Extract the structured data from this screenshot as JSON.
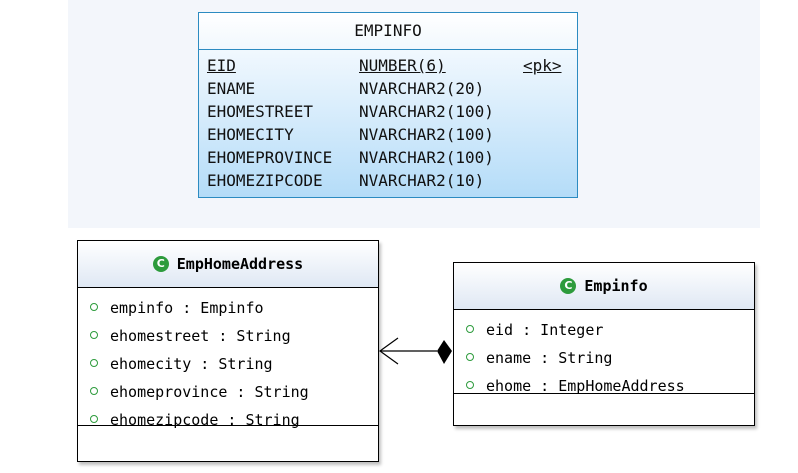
{
  "table": {
    "name": "EMPINFO",
    "columns": [
      {
        "name": "EID",
        "type": "NUMBER(6)",
        "key": "<pk>"
      },
      {
        "name": "ENAME",
        "type": "NVARCHAR2(20)",
        "key": ""
      },
      {
        "name": "EHOMESTREET",
        "type": "NVARCHAR2(100)",
        "key": ""
      },
      {
        "name": "EHOMECITY",
        "type": "NVARCHAR2(100)",
        "key": ""
      },
      {
        "name": "EHOMEPROVINCE",
        "type": "NVARCHAR2(100)",
        "key": ""
      },
      {
        "name": "EHOMEZIPCODE",
        "type": "NVARCHAR2(10)",
        "key": ""
      }
    ]
  },
  "classes": {
    "address": {
      "icon": "C",
      "name": "EmpHomeAddress",
      "attributes": [
        "empinfo : Empinfo",
        "ehomestreet : String",
        "ehomecity : String",
        "ehomeprovince : String",
        "ehomezipcode : String"
      ]
    },
    "empinfo": {
      "icon": "C",
      "name": "Empinfo",
      "attributes": [
        "eid : Integer",
        "ename : String",
        "ehome : EmpHomeAddress"
      ]
    }
  },
  "colors": {
    "table_border": "#2c8bc1",
    "class_icon": "#2d9b3c"
  }
}
